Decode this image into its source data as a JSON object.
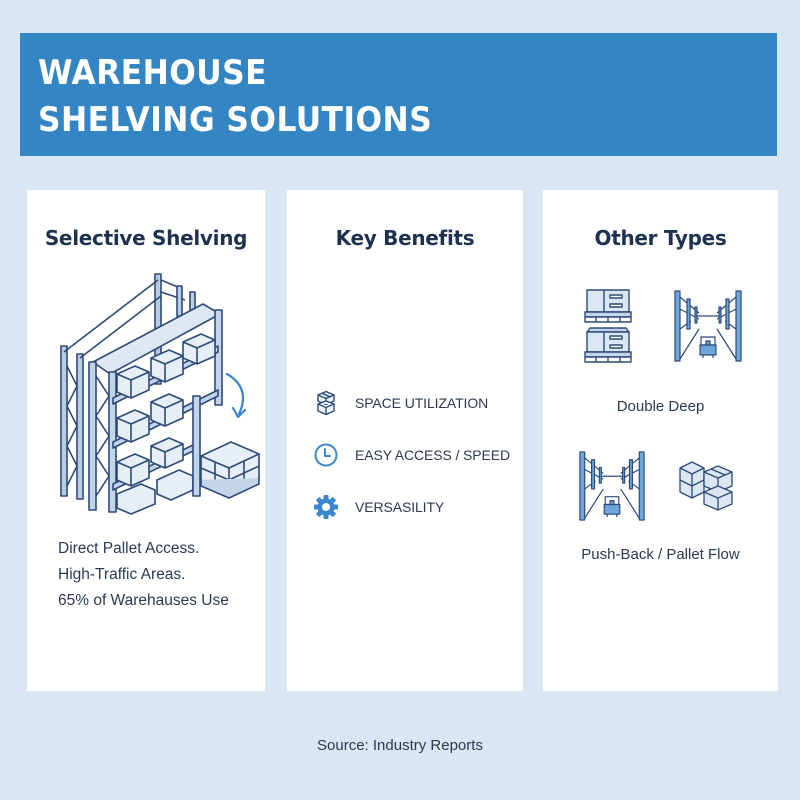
{
  "header": {
    "title_line1": "WAREHOUSE",
    "title_line2": "SHELVING SOLUTIONS",
    "background_color": "#3385c4"
  },
  "cards": [
    {
      "title": "Selective Shelving",
      "illustration": "selective-pallet-rack-icon",
      "description_lines": [
        "Direct Pallet Access.",
        "High-Traffic Areas.",
        "65% of Warehauses Use"
      ]
    },
    {
      "title": "Key Benefits",
      "benefits": [
        {
          "icon": "stacked-boxes-icon",
          "label": "SPACE UTILIZATION"
        },
        {
          "icon": "clock-icon",
          "label": "EASY ACCESS / SPEED"
        },
        {
          "icon": "gear-icon",
          "label": "VERSASILITY"
        }
      ]
    },
    {
      "title": "Other Types",
      "types": [
        {
          "label": "Double Deep",
          "icons": [
            "stacked-pallets-icon",
            "rack-aisle-forklift-icon"
          ]
        },
        {
          "label": "Push-Back / Pallet Flow",
          "icons": [
            "rack-aisle-forklift-icon",
            "box-cluster-icon"
          ]
        }
      ]
    }
  ],
  "footer": {
    "source": "Source: Industry Reports"
  },
  "colors": {
    "background": "#d9e6f3",
    "card": "#ffffff",
    "heading_text": "#1c3250",
    "body_text": "#2a3a52",
    "accent_blue": "#3385c4",
    "icon_blue": "#3a86cf"
  }
}
